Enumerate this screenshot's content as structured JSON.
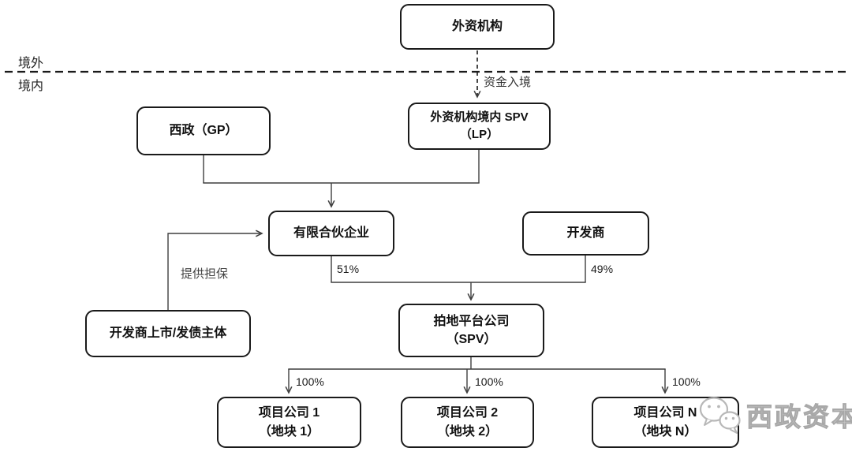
{
  "diagram": {
    "boundary": {
      "outside": "境外",
      "inside": "境内"
    },
    "nodes": {
      "foreign_institution": {
        "label": "外资机构"
      },
      "xizheng_gp": {
        "label": "西政（GP）"
      },
      "foreign_spv": {
        "line1": "外资机构境内 SPV",
        "line2": "（LP）"
      },
      "limited_partnership": {
        "label": "有限合伙企业"
      },
      "developer": {
        "label": "开发商"
      },
      "developer_listing_entity": {
        "label": "开发商上市/发债主体"
      },
      "land_platform": {
        "line1": "拍地平台公司",
        "line2": "（SPV）"
      },
      "project_company_1": {
        "line1": "项目公司 1",
        "line2": "（地块 1）"
      },
      "project_company_2": {
        "line1": "项目公司 2",
        "line2": "（地块 2）"
      },
      "project_company_n": {
        "line1": "项目公司 N",
        "line2": "（地块 N）"
      }
    },
    "edges": {
      "capital_entry_label": "资金入境",
      "guarantee_label": "提供担保",
      "lp_stake": "51%",
      "developer_stake": "49%",
      "p1_stake": "100%",
      "p2_stake": "100%",
      "pn_stake": "100%"
    },
    "watermark": {
      "brand": "西政资本",
      "icon": "wechat-icon"
    },
    "colors": {
      "line": "#3f3f3f",
      "box_border": "#1a1a1a",
      "watermark_gray": "#c0c0c0"
    }
  }
}
